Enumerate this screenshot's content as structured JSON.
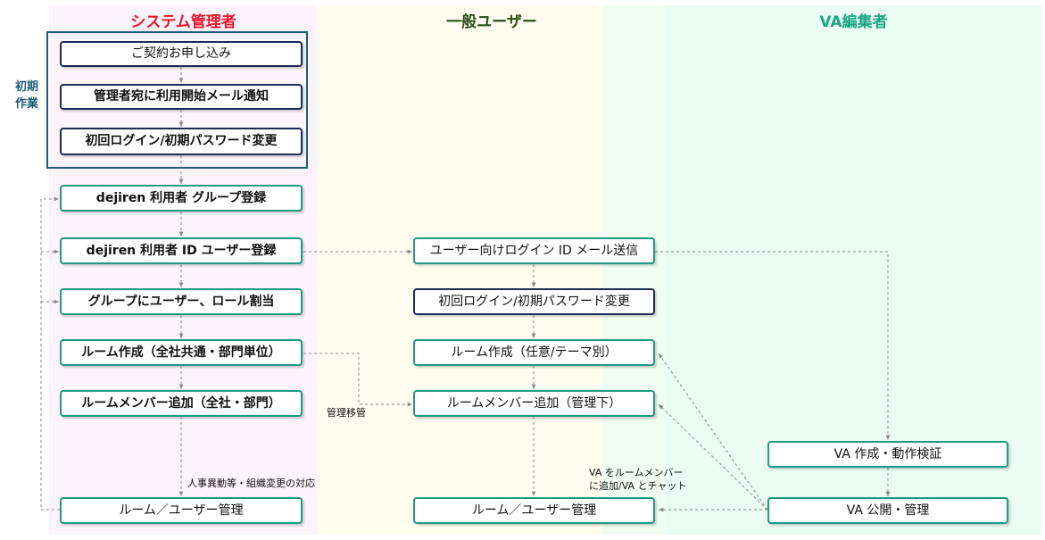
{
  "lanes": {
    "admin": {
      "title": "システム管理者",
      "color": "#e8182c"
    },
    "user": {
      "title": "一般ユーザー",
      "color": "#2b4f1a"
    },
    "va": {
      "title": "VA編集者",
      "color": "#1aa880"
    }
  },
  "init_group_label": "初期作業",
  "nodes": {
    "contract": "ご契約お申し込み",
    "start_mail": "管理者宛に利用開始メール通知",
    "admin_first_login": "初回ログイン/初期パスワード変更",
    "group_reg": "dejiren 利用者 グループ登録",
    "user_reg": "dejiren 利用者 ID ユーザー登録",
    "assign": "グループにユーザー、ロール割当",
    "admin_room": "ルーム作成（全社共通・部門単位）",
    "admin_member": "ルームメンバー追加（全社・部門）",
    "admin_manage": "ルーム／ユーザー管理",
    "login_mail": "ユーザー向けログイン ID メール送信",
    "user_first_login": "初回ログイン/初期パスワード変更",
    "user_room": "ルーム作成（任意/テーマ別）",
    "user_member": "ルームメンバー追加（管理下）",
    "user_manage": "ルーム／ユーザー管理",
    "va_create": "VA 作成・動作検証",
    "va_publish": "VA 公開・管理"
  },
  "notes": {
    "transfer": "管理移管",
    "hr_change": "人事異動等・組織変更の対応",
    "va_chat_line1": "VA をルームメンバー",
    "va_chat_line2": "に追加/VA とチャット"
  }
}
